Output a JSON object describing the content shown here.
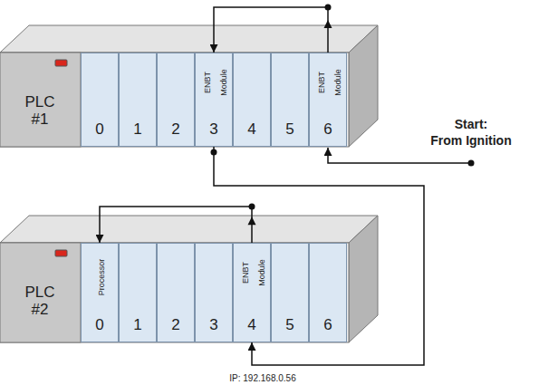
{
  "diagram": {
    "nodes": [
      {
        "text": [
          "PLC #1"
        ]
      },
      {
        "text": [
          "0"
        ],
        "in": 0
      },
      {
        "text": [
          "1"
        ],
        "in": 0
      },
      {
        "text": [
          "2"
        ],
        "in": 0
      },
      {
        "text": [
          "ENBT Module",
          "3"
        ],
        "in": 0
      },
      {
        "text": [
          "4"
        ],
        "in": 0
      },
      {
        "text": [
          "5"
        ],
        "in": 0
      },
      {
        "text": [
          "ENBT Module",
          "6"
        ],
        "in": 0
      },
      {
        "text": [
          "PLC #2"
        ]
      },
      {
        "text": [
          "Processor",
          "0"
        ],
        "in": 8
      },
      {
        "text": [
          "1"
        ],
        "in": 8
      },
      {
        "text": [
          "2"
        ],
        "in": 8
      },
      {
        "text": [
          "3"
        ],
        "in": 8
      },
      {
        "text": [
          "ENBT Module",
          "4"
        ],
        "in": 8
      },
      {
        "text": [
          "5"
        ],
        "in": 8
      },
      {
        "text": [
          "6"
        ],
        "in": 8
      }
    ],
    "edges": [
      {
        "from": 7,
        "to": 4,
        "arrow": "to"
      },
      {
        "from": 4,
        "to": 13,
        "arrow": "to"
      },
      {
        "from": 13,
        "to": 9,
        "arrow": "to"
      }
    ],
    "labels": [
      "Start:",
      "From Ignition",
      "IP: 192.168.0.56"
    ]
  }
}
